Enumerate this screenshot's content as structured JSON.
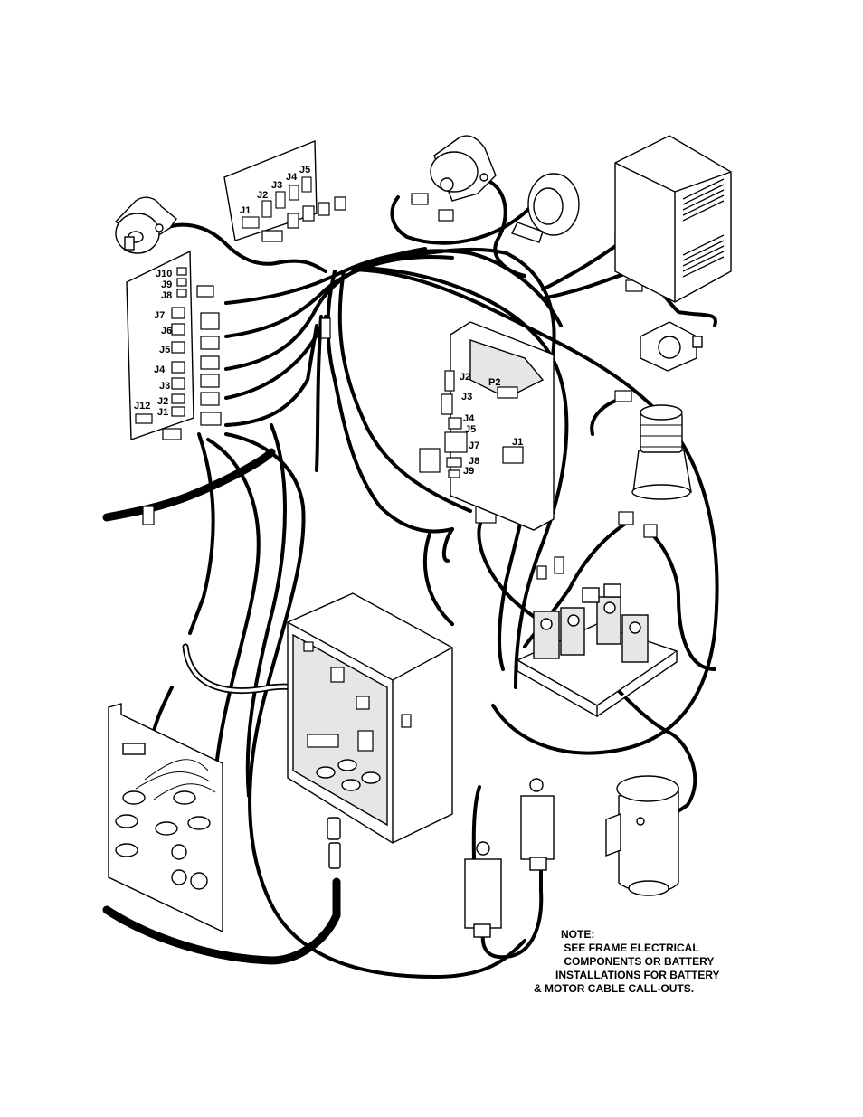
{
  "panel_a_labels": [
    "J1",
    "J2",
    "J3",
    "J4",
    "J5"
  ],
  "panel_b_labels": [
    "J10",
    "J9",
    "J8",
    "J7",
    "J6",
    "J5",
    "J4",
    "J3",
    "J2",
    "J1",
    "J12"
  ],
  "controller_labels": [
    "J2",
    "J3",
    "P2",
    "J4",
    "J5",
    "J7",
    "J1",
    "J8",
    "J9"
  ],
  "note": {
    "title": "NOTE:",
    "lines": [
      " SEE FRAME ELECTRICAL",
      " COMPONENTS OR BATTERY",
      "INSTALLATIONS FOR BATTERY",
      "& MOTOR CABLE CALL-OUTS."
    ]
  }
}
